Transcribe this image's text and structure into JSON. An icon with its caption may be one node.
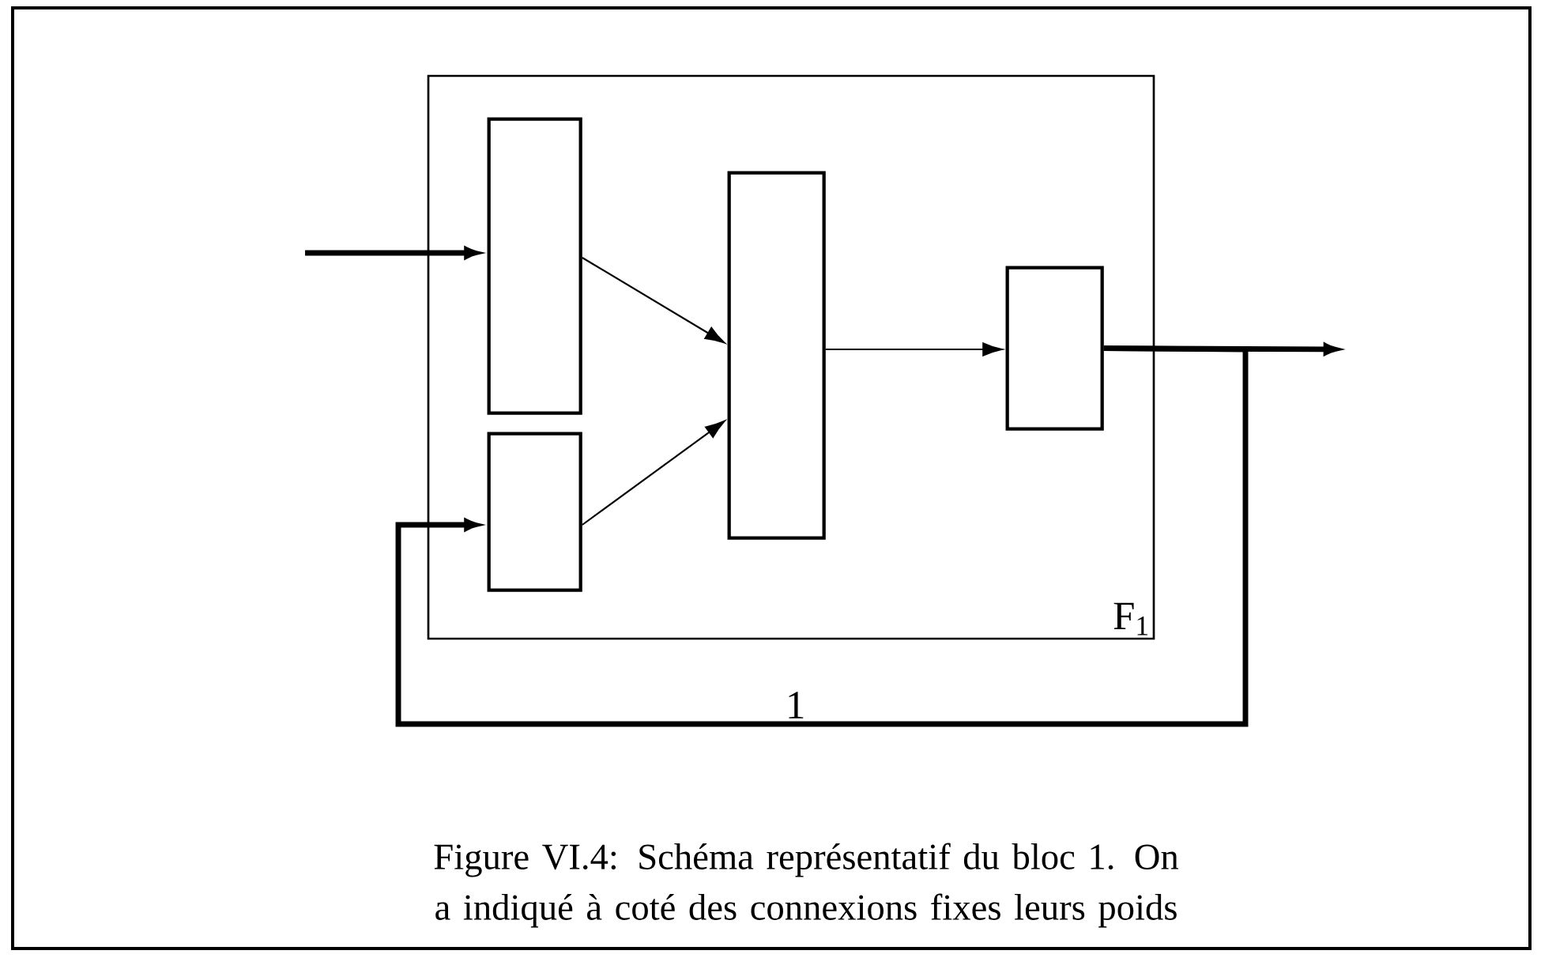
{
  "diagram": {
    "caption": "Figure VI.4: Schéma représentatif du bloc 1. On a indiqué à coté des connexions fixes leurs poids",
    "nodes": [
      {
        "text": [
          "F$_{1}$"
        ]
      },
      {
        "text": [],
        "shape": "box",
        "in": 0
      },
      {
        "text": [],
        "shape": "box",
        "in": 0
      },
      {
        "text": [],
        "shape": "box",
        "in": 0
      },
      {
        "text": [],
        "shape": "box",
        "in": 0
      }
    ],
    "edges": [
      {
        "from": null,
        "to": 1,
        "arrow": "to",
        "style": "thick"
      },
      {
        "from": 1,
        "to": 3,
        "arrow": "to"
      },
      {
        "from": 2,
        "to": 3,
        "arrow": "to"
      },
      {
        "from": 3,
        "to": 4,
        "arrow": "to"
      },
      {
        "from": 4,
        "to": null,
        "arrow": "to",
        "style": "thick"
      },
      {
        "from": 4,
        "to": 2,
        "arrow": "to",
        "style": "thick",
        "label": "1"
      }
    ]
  }
}
